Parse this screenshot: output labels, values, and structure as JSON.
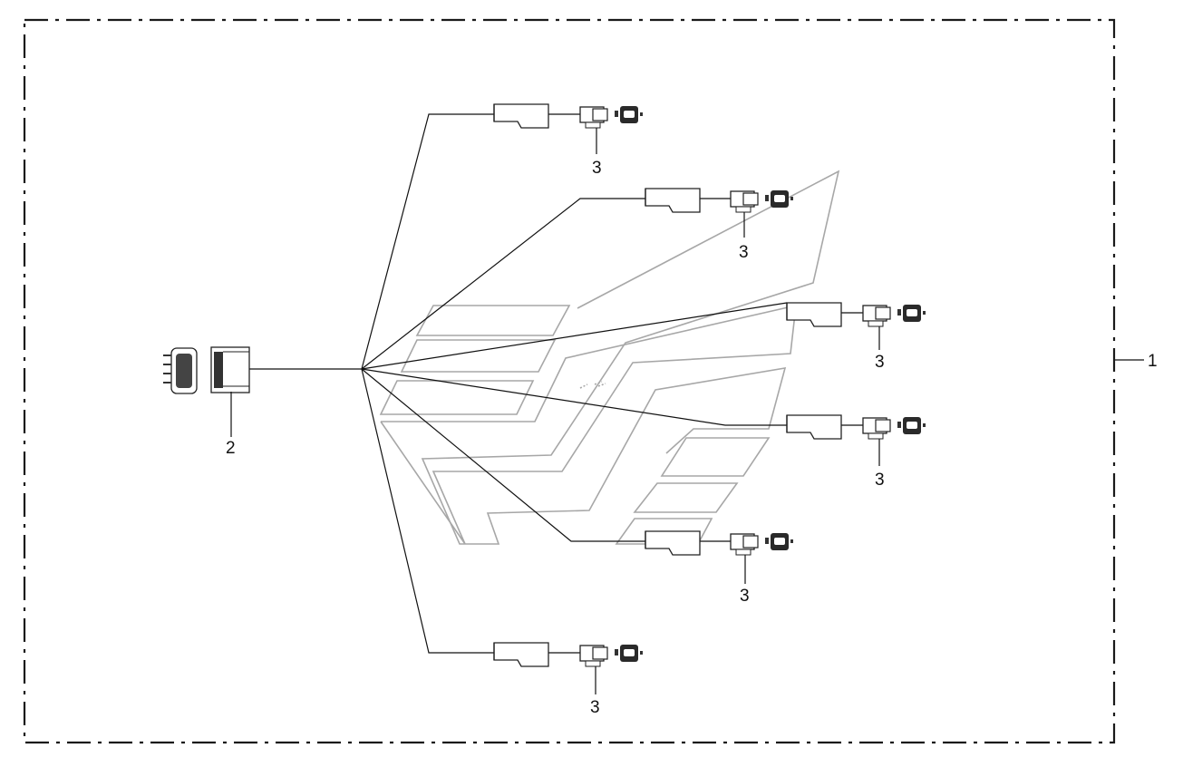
{
  "diagram": {
    "callouts": {
      "assembly": "1",
      "main_connector": "2",
      "sensor": "3"
    },
    "colors": {
      "line": "#111111",
      "ghost_outline": "#a7a7a7",
      "frame": "#1a1a1a"
    },
    "icons": [
      "main-harness-connector-icon",
      "sensor-connector-icon"
    ]
  }
}
